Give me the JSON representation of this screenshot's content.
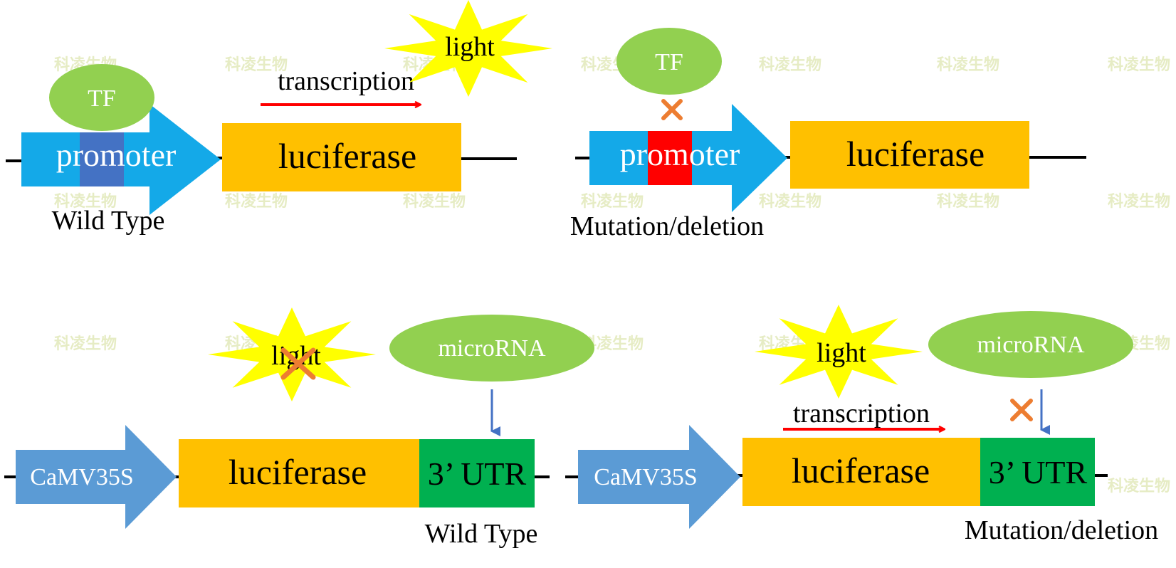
{
  "colors": {
    "promoter_arrow": "#14a9e8",
    "camv_arrow": "#5b9bd5",
    "luciferase": "#ffc000",
    "utr": "#00b050",
    "tf": "#92d050",
    "light_star": "#ffff00",
    "wt_site": "#4472c4",
    "mut_site": "#ff0000",
    "transcription_arrow": "#ff0000",
    "cross": "#ed7d31",
    "mirna_arrow": "#4472c4"
  },
  "watermark": "科凌生物",
  "panel_tl": {
    "promoter": "promoter",
    "luciferase": "luciferase",
    "tf": "TF",
    "light": "light",
    "transcription": "transcription",
    "caption": "Wild Type"
  },
  "panel_tr": {
    "promoter": "promoter",
    "luciferase": "luciferase",
    "tf": "TF",
    "caption": "Mutation/deletion"
  },
  "panel_bl": {
    "promoter": "CaMV35S",
    "luciferase": "luciferase",
    "utr": "3’ UTR",
    "light": "light",
    "mirna": "microRNA",
    "caption": "Wild Type"
  },
  "panel_br": {
    "promoter": "CaMV35S",
    "luciferase": "luciferase",
    "utr": "3’ UTR",
    "light": "light",
    "mirna": "microRNA",
    "transcription": "transcription",
    "caption": "Mutation/deletion"
  }
}
